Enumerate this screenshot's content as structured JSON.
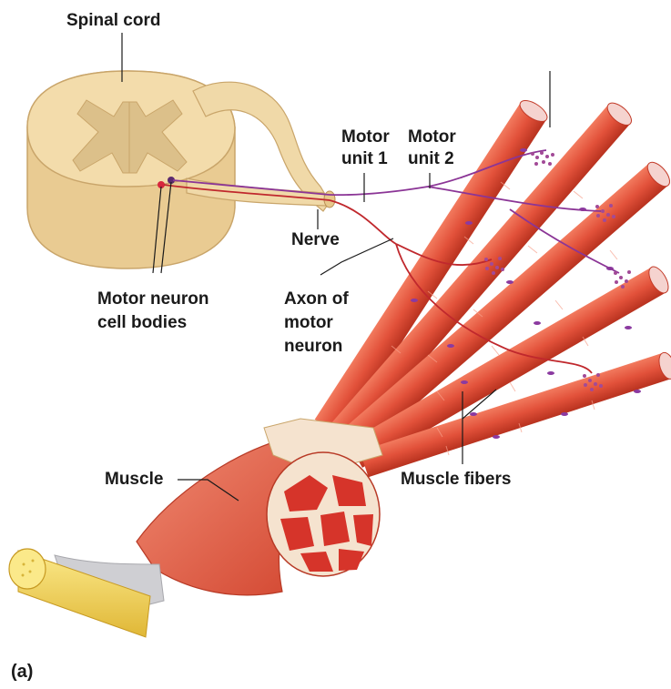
{
  "labels": {
    "spinal_cord": "Spinal cord",
    "motor_unit_1_line1": "Motor",
    "motor_unit_1_line2": "unit 1",
    "motor_unit_2_line1": "Motor",
    "motor_unit_2_line2": "unit 2",
    "nerve": "Nerve",
    "motor_neuron_cell_bodies_line1": "Motor neuron",
    "motor_neuron_cell_bodies_line2": "cell bodies",
    "axon_line1": "Axon of",
    "axon_line2": "motor",
    "axon_line3": "neuron",
    "muscle": "Muscle",
    "muscle_fibers": "Muscle fibers",
    "panel": "(a)"
  },
  "colors": {
    "spinal_cord": "#f3dcab",
    "gray_matter": "#dcc08a",
    "muscle_fiber": "#e2513a",
    "fiber_end": "#f5d3cf",
    "synapse": "#a24a97",
    "motor_unit_1_axon": "#c0282d",
    "motor_unit_2_axon": "#8b3596",
    "tendon": "#f0d45a",
    "connective": "#cfcfd3"
  }
}
